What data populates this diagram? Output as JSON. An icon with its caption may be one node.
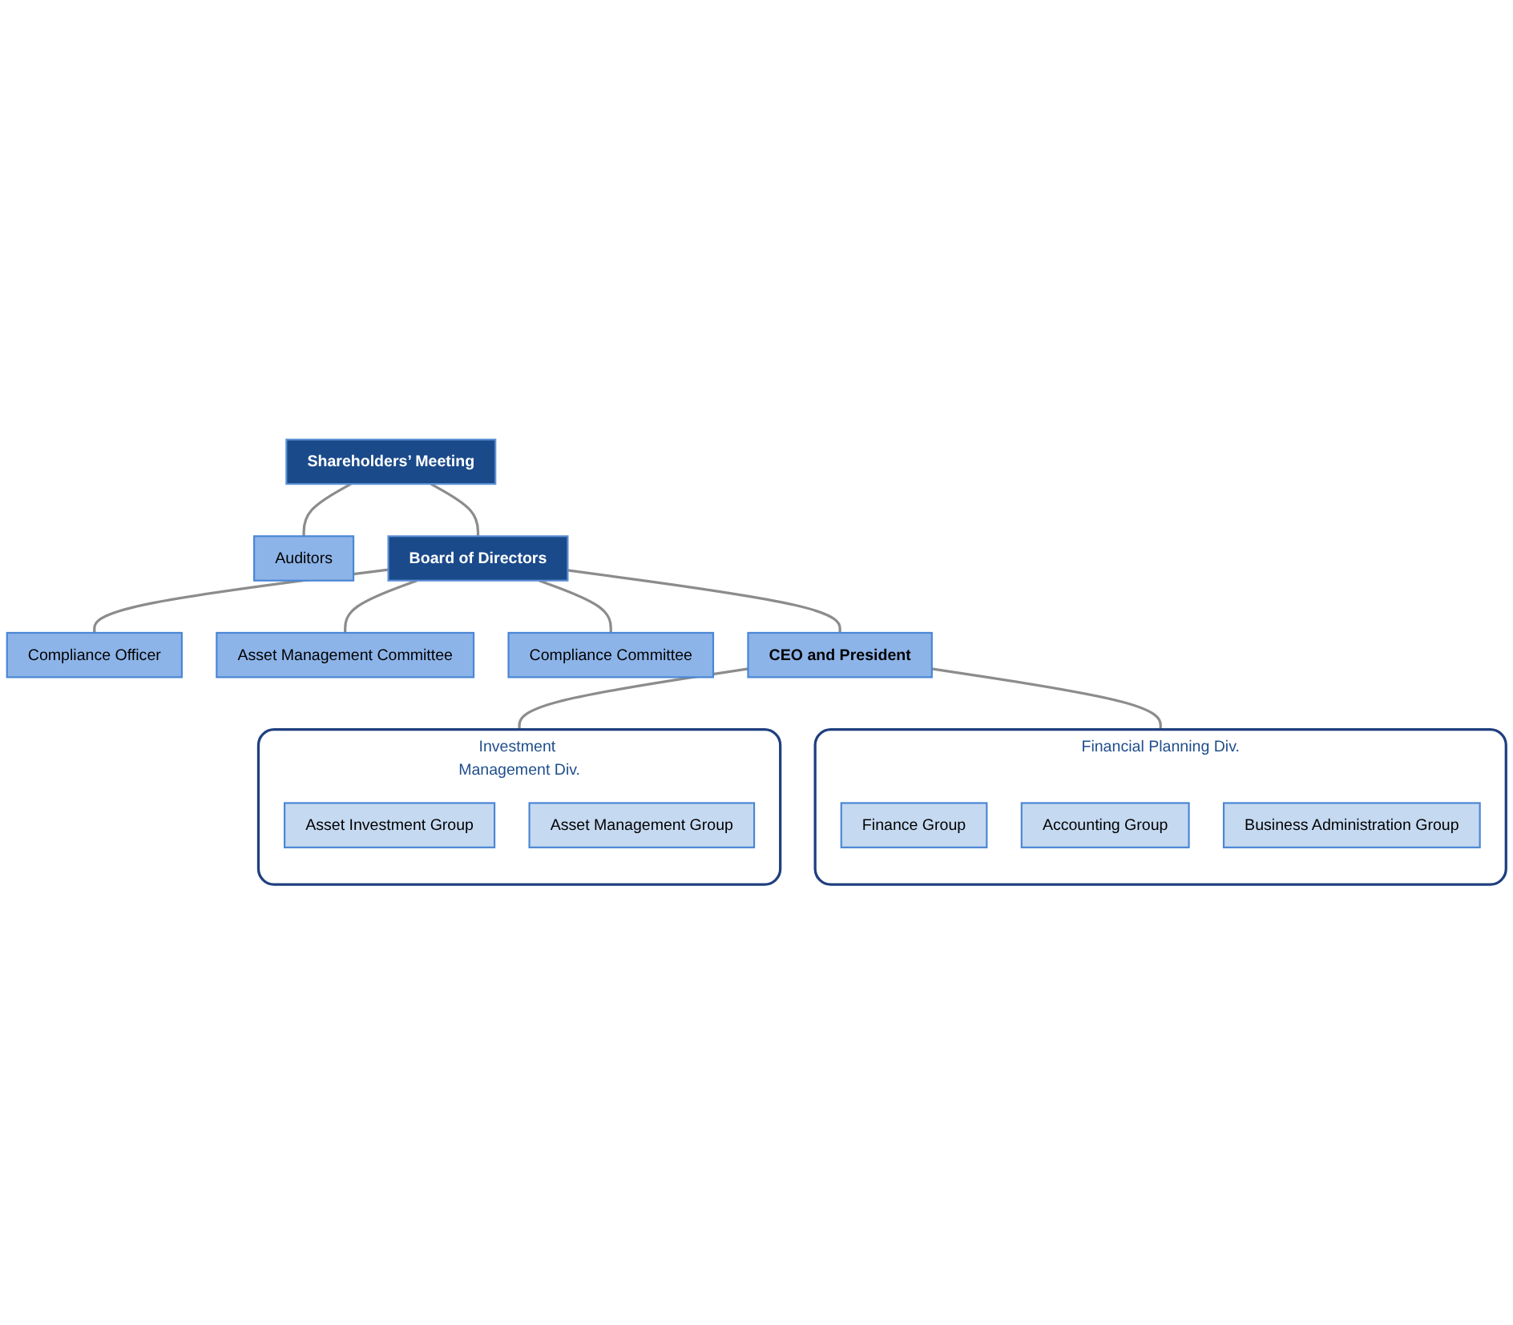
{
  "diagram": {
    "nodes": [
      {
        "text": [
          "Shareholders’ Meeting"
        ]
      },
      {
        "text": [
          "Auditors"
        ]
      },
      {
        "text": [
          "Board of Directors"
        ]
      },
      {
        "text": [
          "Compliance Officer"
        ]
      },
      {
        "text": [
          "Asset Management Committee"
        ]
      },
      {
        "text": [
          "Compliance Committee"
        ]
      },
      {
        "text": [
          "CEO and President"
        ]
      },
      {
        "text": [
          "Investment Management Div."
        ]
      },
      {
        "text": [
          "Asset Investment Group"
        ],
        "in": 7
      },
      {
        "text": [
          "Asset Management Group"
        ],
        "in": 7
      },
      {
        "text": [
          "Financial Planning Div."
        ]
      },
      {
        "text": [
          "Finance Group"
        ],
        "in": 10
      },
      {
        "text": [
          "Accounting Group"
        ],
        "in": 10
      },
      {
        "text": [
          "Business Administration Group"
        ],
        "in": 10
      }
    ],
    "edges": [
      {
        "from": 0,
        "to": 2,
        "arrow": "none"
      },
      {
        "from": 0,
        "to": 1,
        "arrow": "none"
      },
      {
        "from": 2,
        "to": 3,
        "arrow": "none"
      },
      {
        "from": 2,
        "to": 4,
        "arrow": "none"
      },
      {
        "from": 2,
        "to": 5,
        "arrow": "none"
      },
      {
        "from": 2,
        "to": 6,
        "arrow": "none"
      },
      {
        "from": 6,
        "to": 7,
        "arrow": "none"
      },
      {
        "from": 6,
        "to": 10,
        "arrow": "none"
      }
    ]
  }
}
